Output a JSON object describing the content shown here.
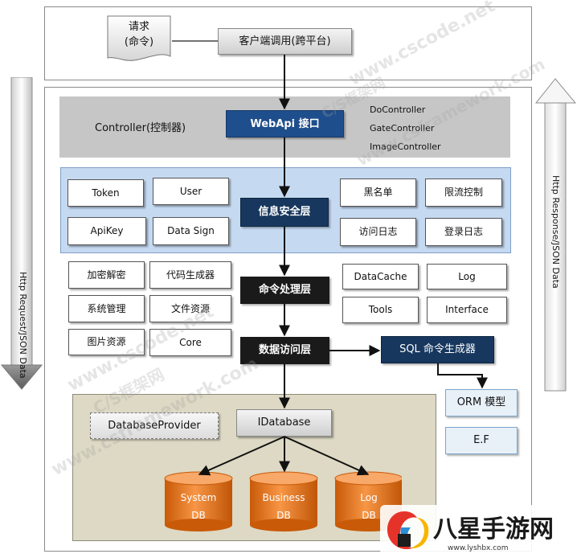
{
  "request": {
    "line1": "请求",
    "line2": "(命令)"
  },
  "client": {
    "label": "客户端调用(跨平台)"
  },
  "controller": {
    "label": "Controller(控制器)",
    "webapi": "WebApi 接口",
    "items": [
      "DoController",
      "GateController",
      "ImageController"
    ]
  },
  "security": {
    "left_items": [
      "Token",
      "User",
      "ApiKey",
      "Data Sign"
    ],
    "center": "信息安全层",
    "right_items": [
      "黑名单",
      "限流控制",
      "访问日志",
      "登录日志"
    ]
  },
  "command": {
    "left_items": [
      "加密解密",
      "代码生成器",
      "系统管理",
      "文件资源",
      "图片资源",
      "Core"
    ],
    "center": "命令处理层",
    "right_items": [
      "DataCache",
      "Log",
      "Tools",
      "Interface"
    ]
  },
  "data_access": {
    "label": "数据访问层",
    "sql": "SQL 命令生成器"
  },
  "orm": {
    "model": "ORM 模型",
    "ef": "E.F"
  },
  "database": {
    "provider": "DatabaseProvider",
    "interface": "IDatabase",
    "dbs": [
      {
        "name": "System",
        "suffix": "DB"
      },
      {
        "name": "Business",
        "suffix": "DB"
      },
      {
        "name": "Log",
        "suffix": "DB"
      }
    ]
  },
  "arrows": {
    "request": "Http Request/JSON Data",
    "response": "Http Response/JSON Data"
  },
  "watermarks": {
    "a": "www.cscode.net",
    "b": "C/S框架网",
    "c": "www.csframework.com"
  },
  "logo": {
    "name": "八星手游网",
    "url": "www.lyshbx.com"
  },
  "colors": {
    "navy": "#17375e",
    "webapi": "#1f4e8c",
    "security_band": "#c5d9f1",
    "controller_band": "#c6c6c6",
    "db_region": "#ddd9c4",
    "db_orange": "#e46c0a"
  }
}
